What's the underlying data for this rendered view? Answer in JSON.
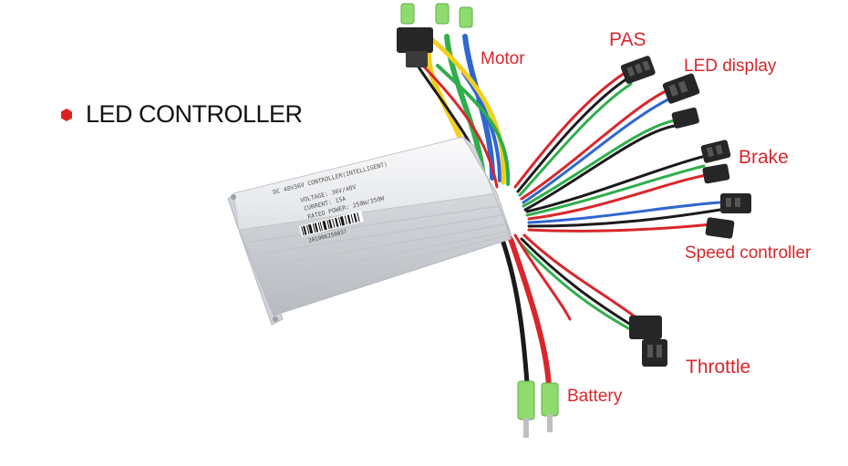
{
  "title": "LED CONTROLLER",
  "colors": {
    "label": "#d9262b",
    "bullet": "#e02020",
    "housing": "#e6e8ea",
    "wire_red": "#d9262b",
    "wire_black": "#1a1a1a",
    "wire_blue": "#2f66d0",
    "wire_green": "#2fae4b",
    "wire_yellow": "#f2cf1a",
    "connector_green": "#8fdc6e",
    "connector_black": "#262626"
  },
  "labels": {
    "motor": "Motor",
    "pas": "PAS",
    "led_display": "LED display",
    "brake": "Brake",
    "speed_controller": "Speed controller",
    "throttle": "Throttle",
    "battery": "Battery"
  },
  "controller_markings": {
    "line1": "DC 48V36V CONTROLLER(INTELLIGENT)",
    "line2": "VOLTAGE: 36V/48V",
    "line3": "CURRENT: 15A",
    "line4": "RATED POWER: 250W/350W",
    "barcode_number": "201906250037"
  }
}
